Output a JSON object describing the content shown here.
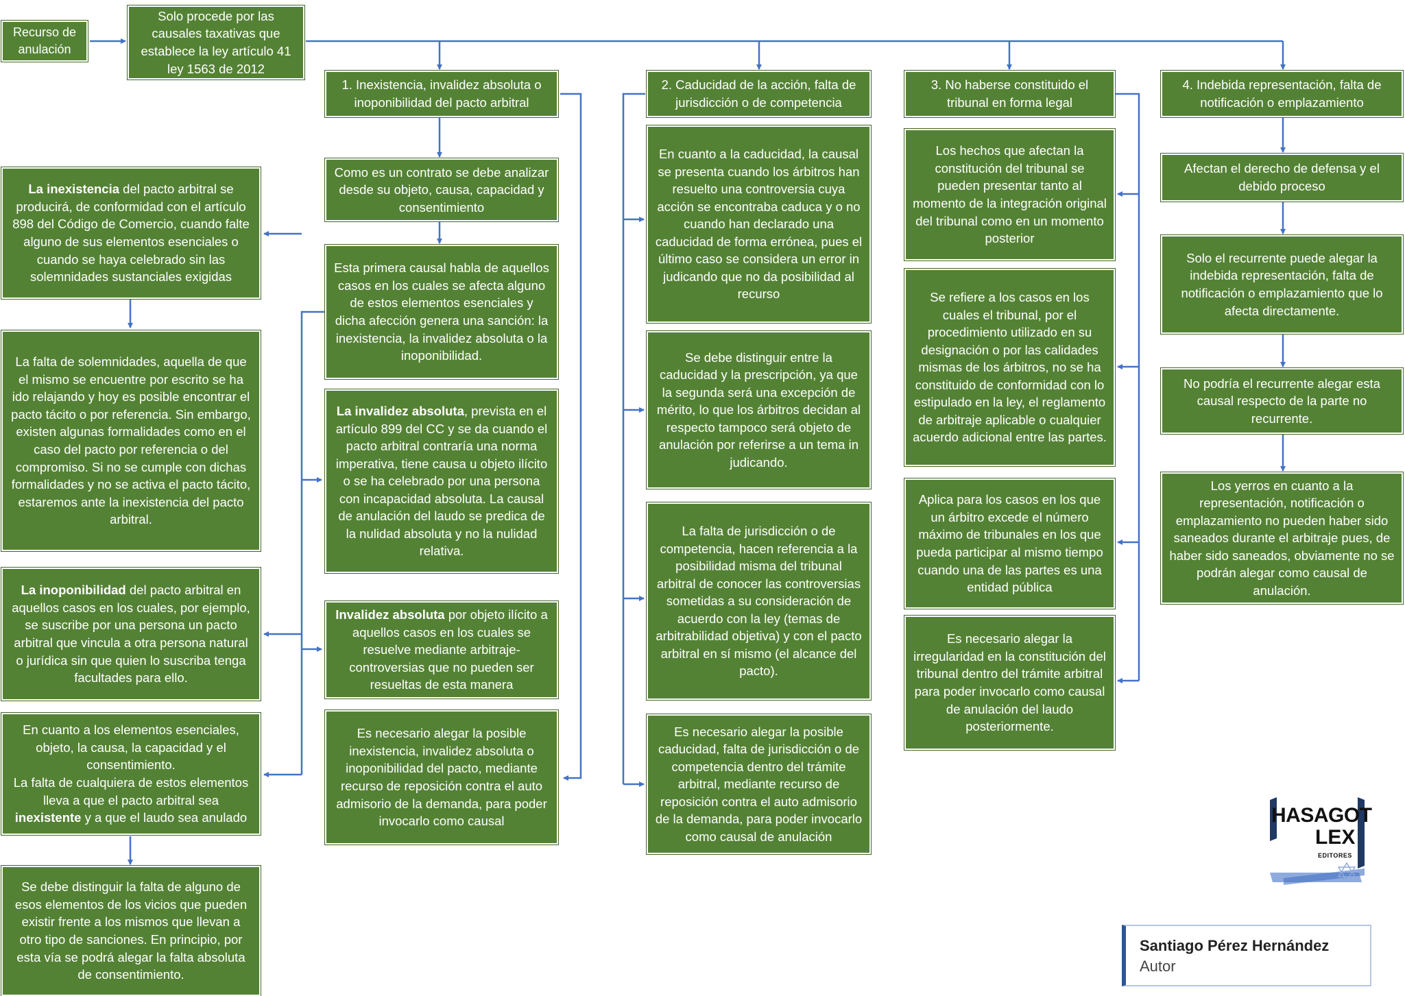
{
  "header": {
    "start": "Recurso de anulación",
    "main": "Solo procede por las causales taxativas que establece la ley artículo 41 ley 1563 de 2012"
  },
  "col_left": {
    "b1": [
      "La inexistencia",
      " del pacto arbitral se producirá, de conformidad con el artículo 898 del Código de Comercio, cuando falte alguno de sus elementos esenciales o cuando se haya celebrado sin las solemnidades sustanciales exigidas"
    ],
    "b2": "La falta de solemnidades, aquella de que el mismo se encuentre por escrito se ha ido relajando y hoy es posible encontrar el pacto tácito o por referencia. Sin embargo, existen algunas formalidades como en el caso del pacto por referencia o del compromiso. Si no se cumple con dichas formalidades y no se activa el pacto tácito, estaremos ante la inexistencia del pacto arbitral.",
    "b3": [
      "La inoponibilidad",
      " del pacto arbitral en aquellos casos en los cuales, por ejemplo, se suscribe por una persona un pacto arbitral que vincula a otra persona natural o jurídica sin que quien lo suscriba tenga facultades para ello."
    ],
    "b4": [
      "En cuanto a los elementos esenciales, objeto, la causa, la capacidad y el consentimiento.",
      "La falta de cualquiera de estos elementos lleva a que el pacto arbitral sea ",
      "inexistente",
      " y a que el laudo sea anulado"
    ],
    "b5": "Se debe distinguir la falta de alguno de esos elementos de los vicios que pueden existir frente a los mismos que llevan a otro tipo de sanciones. En principio, por esta vía se podrá alegar la falta absoluta de consentimiento."
  },
  "col1": {
    "title": "1. Inexistencia, invalidez absoluta o inoponibilidad del pacto arbitral",
    "b1": "Como es un contrato se debe analizar desde su objeto, causa, capacidad y consentimiento",
    "b2": "Esta primera causal habla de aquellos casos en los cuales se afecta alguno de estos elementos esenciales y dicha afección genera una sanción: la inexistencia, la invalidez absoluta o la inoponibilidad.",
    "b3": [
      "La invalidez absoluta",
      ", prevista en el artículo 899 del CC y se da cuando el pacto arbitral contraría una norma imperativa, tiene causa u objeto ilícito o se ha celebrado por una persona con incapacidad absoluta. La causal de anulación del laudo se predica de la nulidad absoluta y no la nulidad relativa."
    ],
    "b4": [
      "Invalidez absoluta",
      " por objeto ilícito a aquellos casos en los cuales se resuelve mediante arbitraje- controversias que no pueden ser resueltas de esta manera"
    ],
    "b5": "Es necesario alegar la posible inexistencia, invalidez absoluta o inoponibilidad del pacto, mediante recurso de reposición contra el auto admisorio de la demanda, para poder invocarlo como causal"
  },
  "col2": {
    "title": "2. Caducidad de la acción, falta de jurisdicción o de competencia",
    "b1": "En cuanto a la caducidad,  la causal se presenta cuando los árbitros han resuelto una controversia cuya acción se encontraba caduca y o no cuando han declarado una caducidad de forma errónea, pues el último caso se considera un error in judicando que no da posibilidad al recurso",
    "b2": "Se debe distinguir entre la caducidad y la prescripción, ya que la segunda será una excepción de mérito, lo que los árbitros decidan al respecto tampoco será objeto de anulación por referirse a un tema in judicando.",
    "b3": "La falta de jurisdicción o de competencia, hacen referencia a la posibilidad misma del tribunal arbitral de conocer las controversias sometidas a su consideración de acuerdo con la ley (temas de arbitrabilidad objetiva) y con el pacto arbitral en sí mismo (el alcance del pacto).",
    "b4": "Es necesario alegar la posible caducidad, falta de jurisdicción o de competencia dentro del trámite arbitral, mediante recurso de reposición contra el auto admisorio de la demanda, para poder invocarlo como causal de anulación"
  },
  "col3": {
    "title": "3. No haberse constituido el tribunal en forma legal",
    "b1": "Los hechos que afectan la constitución del tribunal se pueden presentar tanto al momento de la integración original del tribunal como en un momento posterior",
    "b2": "Se refiere a los casos en los cuales el tribunal, por el procedimiento utilizado en su designación o por las calidades mismas de los árbitros, no se ha constituido de conformidad con lo estipulado en la ley, el reglamento de arbitraje aplicable o cualquier acuerdo adicional entre las partes.",
    "b3": "Aplica para los casos en los que un árbitro excede el número máximo de tribunales en los que pueda participar al mismo tiempo cuando una de las partes es una entidad pública",
    "b4": "Es necesario alegar la irregularidad en la constitución del tribunal dentro del trámite arbitral para poder invocarlo como causal de anulación del laudo posteriormente."
  },
  "col4": {
    "title": "4. Indebida representación, falta de notificación o emplazamiento",
    "b1": "Afectan el derecho de defensa y el debido proceso",
    "b2": "Solo el recurrente puede alegar la indebida representación, falta de notificación o emplazamiento que lo afecta directamente.",
    "b3": "No podría el recurrente alegar esta causal respecto de la parte no recurrente.",
    "b4": "Los yerros en cuanto a la representación, notificación o emplazamiento no pueden haber sido saneados durante el arbitraje pues, de haber sido saneados, obviamente no se podrán alegar como causal de anulación."
  },
  "logo": {
    "line1": "HASAGOT",
    "line2": "LEX",
    "line3": "EDITORES"
  },
  "author": {
    "name": "Santiago Pérez Hernández",
    "role": "Autor"
  },
  "colors": {
    "box": "#548235",
    "arrow": "#4472c4"
  }
}
